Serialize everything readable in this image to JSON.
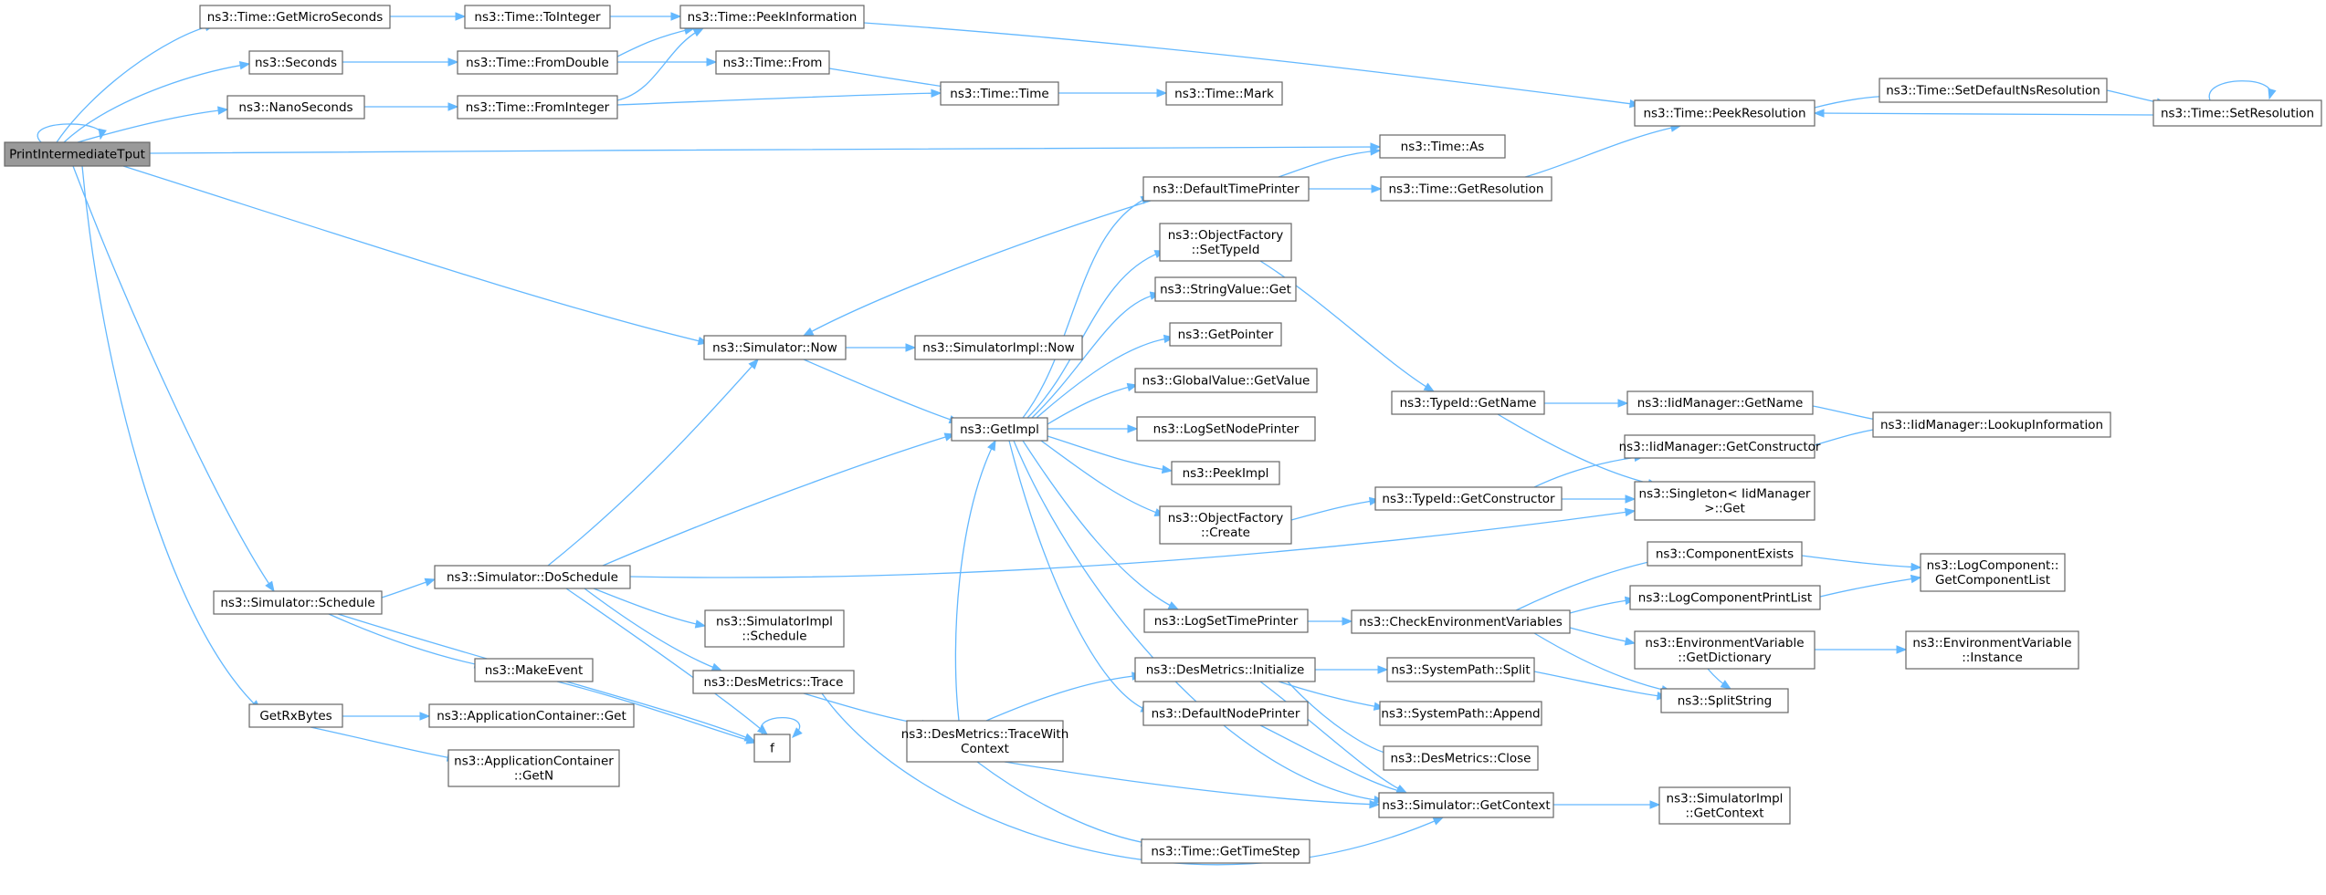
{
  "graph": {
    "colors": {
      "edge": "#63b8ff",
      "node_border": "#666666",
      "node_fill": "#ffffff",
      "root_fill": "#999999"
    },
    "nodes": [
      {
        "id": "root",
        "label": [
          "PrintIntermediateTput"
        ],
        "root": true
      },
      {
        "id": "getmicro",
        "label": [
          "ns3::Time::GetMicroSeconds"
        ]
      },
      {
        "id": "seconds",
        "label": [
          "ns3::Seconds"
        ]
      },
      {
        "id": "nanoseconds",
        "label": [
          "ns3::NanoSeconds"
        ]
      },
      {
        "id": "simschedule",
        "label": [
          "ns3::Simulator::Schedule"
        ]
      },
      {
        "id": "getrxbytes",
        "label": [
          "GetRxBytes"
        ]
      },
      {
        "id": "tointeger",
        "label": [
          "ns3::Time::ToInteger"
        ]
      },
      {
        "id": "fromdouble",
        "label": [
          "ns3::Time::FromDouble"
        ]
      },
      {
        "id": "frominteger",
        "label": [
          "ns3::Time::FromInteger"
        ]
      },
      {
        "id": "peekinfo",
        "label": [
          "ns3::Time::PeekInformation"
        ]
      },
      {
        "id": "from",
        "label": [
          "ns3::Time::From"
        ]
      },
      {
        "id": "timetime",
        "label": [
          "ns3::Time::Time"
        ]
      },
      {
        "id": "mark",
        "label": [
          "ns3::Time::Mark"
        ]
      },
      {
        "id": "as",
        "label": [
          "ns3::Time::As"
        ]
      },
      {
        "id": "peekres",
        "label": [
          "ns3::Time::PeekResolution"
        ]
      },
      {
        "id": "setdefns",
        "label": [
          "ns3::Time::SetDefaultNsResolution"
        ]
      },
      {
        "id": "setres",
        "label": [
          "ns3::Time::SetResolution"
        ]
      },
      {
        "id": "defaulttimeprinter",
        "label": [
          "ns3::DefaultTimePrinter"
        ]
      },
      {
        "id": "getres",
        "label": [
          "ns3::Time::GetResolution"
        ]
      },
      {
        "id": "ofsettypeid",
        "label": [
          "ns3::ObjectFactory",
          "::SetTypeId"
        ]
      },
      {
        "id": "stringvalueget",
        "label": [
          "ns3::StringValue::Get"
        ]
      },
      {
        "id": "getpointer",
        "label": [
          "ns3::GetPointer"
        ]
      },
      {
        "id": "globalvalue",
        "label": [
          "ns3::GlobalValue::GetValue"
        ]
      },
      {
        "id": "logsetnode",
        "label": [
          "ns3::LogSetNodePrinter"
        ]
      },
      {
        "id": "peekimpl",
        "label": [
          "ns3::PeekImpl"
        ]
      },
      {
        "id": "ofcreate",
        "label": [
          "ns3::ObjectFactory",
          "::Create"
        ]
      },
      {
        "id": "logsettime",
        "label": [
          "ns3::LogSetTimePrinter"
        ]
      },
      {
        "id": "simnow",
        "label": [
          "ns3::Simulator::Now"
        ]
      },
      {
        "id": "simimplnow",
        "label": [
          "ns3::SimulatorImpl::Now"
        ]
      },
      {
        "id": "getimpl",
        "label": [
          "ns3::GetImpl"
        ]
      },
      {
        "id": "typeidgetname",
        "label": [
          "ns3::TypeId::GetName"
        ]
      },
      {
        "id": "iidgetname",
        "label": [
          "ns3::IidManager::GetName"
        ]
      },
      {
        "id": "iidlookup",
        "label": [
          "ns3::IidManager::LookupInformation"
        ]
      },
      {
        "id": "iidgetctor",
        "label": [
          "ns3::IidManager::GetConstructor"
        ]
      },
      {
        "id": "typeidgetctor",
        "label": [
          "ns3::TypeId::GetConstructor"
        ]
      },
      {
        "id": "singleton",
        "label": [
          "ns3::Singleton< IidManager",
          ">::Get"
        ]
      },
      {
        "id": "doschedule",
        "label": [
          "ns3::Simulator::DoSchedule"
        ]
      },
      {
        "id": "simimplschedule",
        "label": [
          "ns3::SimulatorImpl",
          "::Schedule"
        ]
      },
      {
        "id": "makeevent",
        "label": [
          "ns3::MakeEvent"
        ]
      },
      {
        "id": "desmetricstrace",
        "label": [
          "ns3::DesMetrics::Trace"
        ]
      },
      {
        "id": "f",
        "label": [
          "f"
        ]
      },
      {
        "id": "appget",
        "label": [
          "ns3::ApplicationContainer::Get"
        ]
      },
      {
        "id": "appgetn",
        "label": [
          "ns3::ApplicationContainer",
          "::GetN"
        ]
      },
      {
        "id": "tracewithctx",
        "label": [
          "ns3::DesMetrics::TraceWith",
          "Context"
        ]
      },
      {
        "id": "desinit",
        "label": [
          "ns3::DesMetrics::Initialize"
        ]
      },
      {
        "id": "defaultnodeprinter",
        "label": [
          "ns3::DefaultNodePrinter"
        ]
      },
      {
        "id": "checkenv",
        "label": [
          "ns3::CheckEnvironmentVariables"
        ]
      },
      {
        "id": "compexists",
        "label": [
          "ns3::ComponentExists"
        ]
      },
      {
        "id": "logcompprint",
        "label": [
          "ns3::LogComponentPrintList"
        ]
      },
      {
        "id": "envgetdict",
        "label": [
          "ns3::EnvironmentVariable",
          "::GetDictionary"
        ]
      },
      {
        "id": "logcomplist",
        "label": [
          "ns3::LogComponent::",
          "GetComponentList"
        ]
      },
      {
        "id": "envinstance",
        "label": [
          "ns3::EnvironmentVariable",
          "::Instance"
        ]
      },
      {
        "id": "syssplit",
        "label": [
          "ns3::SystemPath::Split"
        ]
      },
      {
        "id": "sysappend",
        "label": [
          "ns3::SystemPath::Append"
        ]
      },
      {
        "id": "desclose",
        "label": [
          "ns3::DesMetrics::Close"
        ]
      },
      {
        "id": "splitstring",
        "label": [
          "ns3::SplitString"
        ]
      },
      {
        "id": "simgetctx",
        "label": [
          "ns3::Simulator::GetContext"
        ]
      },
      {
        "id": "simimplgetctx",
        "label": [
          "ns3::SimulatorImpl",
          "::GetContext"
        ]
      },
      {
        "id": "gettimestep",
        "label": [
          "ns3::Time::GetTimeStep"
        ]
      }
    ]
  }
}
